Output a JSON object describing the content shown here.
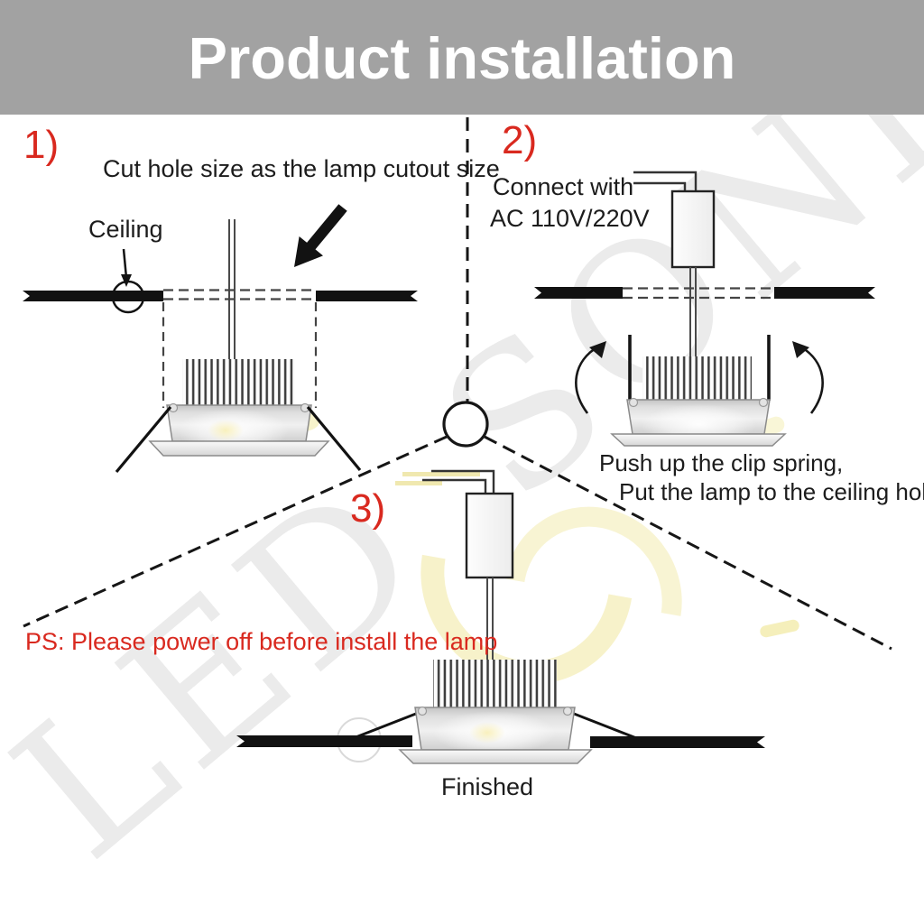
{
  "banner": {
    "title": "Product installation"
  },
  "watermark": {
    "text": "LED SONE"
  },
  "steps": {
    "one": {
      "number": "1)",
      "caption": "Cut hole size as the lamp cutout size",
      "ceiling_label": "Ceiling"
    },
    "two": {
      "number": "2)",
      "connect_line1": "Connect with",
      "connect_line2": "AC 110V/220V",
      "note_line1": "Push up the clip spring,",
      "note_line2": "Put the lamp to the ceiling hole"
    },
    "three": {
      "number": "3)",
      "warning": "PS: Please power off before install the lamp",
      "finished_label": "Finished"
    }
  },
  "colors": {
    "banner_bg": "#a2a2a2",
    "banner_text": "#ffffff",
    "step_number_red": "#d9291f",
    "warning_red": "#d9291f",
    "line_black": "#161616",
    "watermark_gray": "#ebebeb",
    "accent_yellow": "#eee08c"
  }
}
